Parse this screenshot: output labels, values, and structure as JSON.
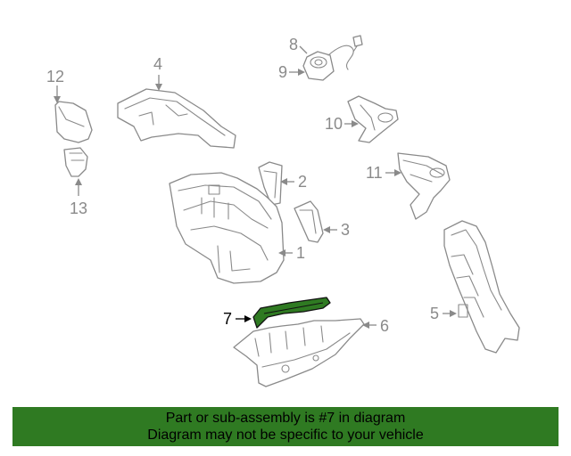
{
  "diagram": {
    "callouts": {
      "c1": "1",
      "c2": "2",
      "c3": "3",
      "c4": "4",
      "c5": "5",
      "c6": "6",
      "c7": "7",
      "c8": "8",
      "c9": "9",
      "c10": "10",
      "c11": "11",
      "c12": "12",
      "c13": "13"
    },
    "highlighted_part": "7",
    "colors": {
      "highlight": "#2f7a22",
      "line": "#8a8a8a",
      "footer_bg": "#2f7a22"
    }
  },
  "footer": {
    "line1": "Part or sub-assembly is #7 in diagram",
    "line2": "Diagram may not be specific to your vehicle"
  }
}
